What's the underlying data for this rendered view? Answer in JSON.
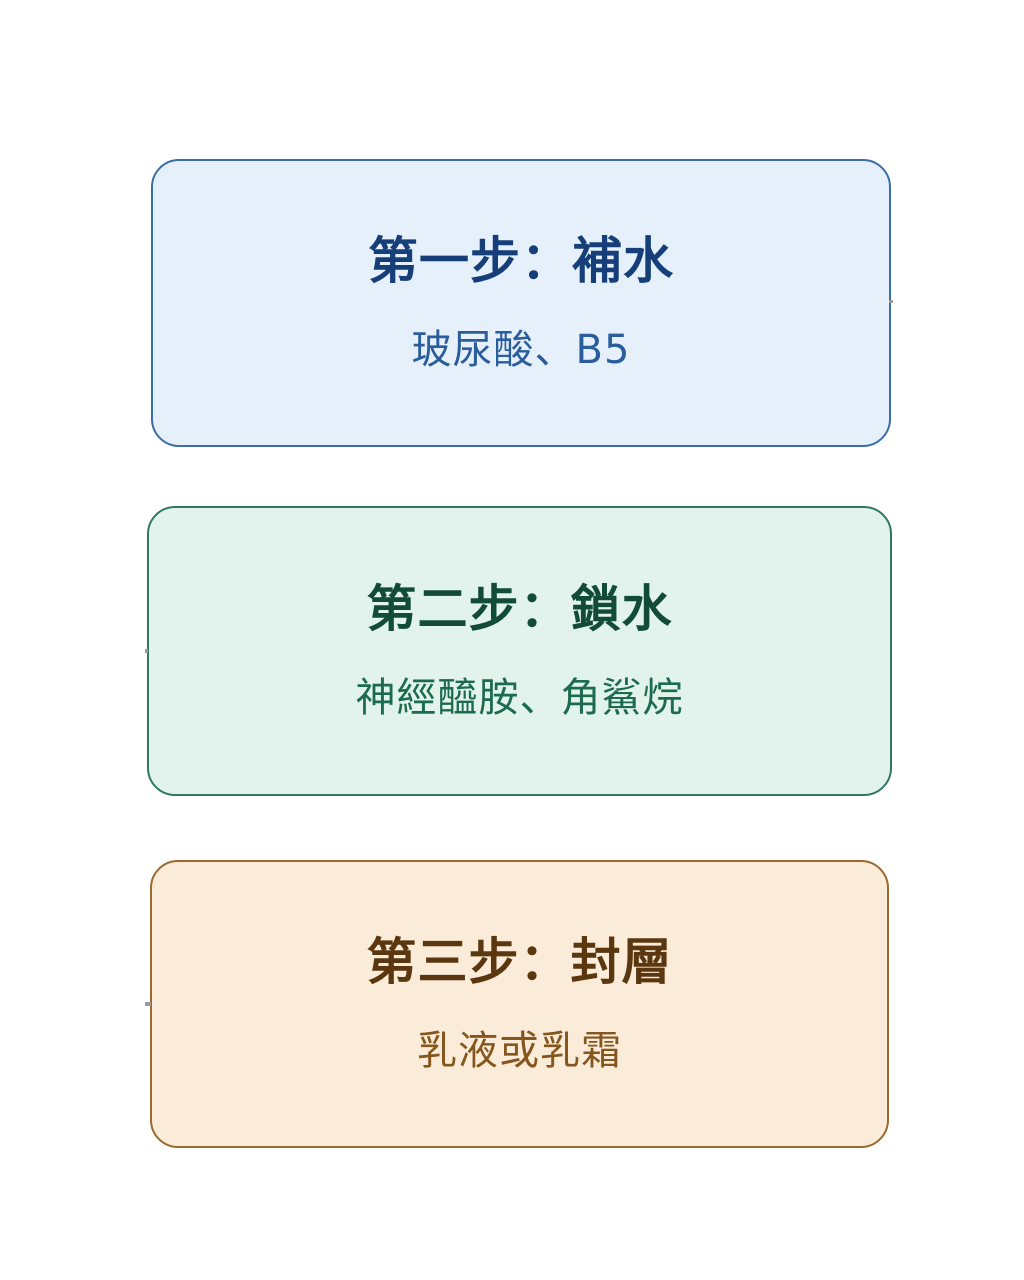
{
  "steps": [
    {
      "title": "第一步：補水",
      "subtitle": "玻尿酸、B5",
      "colors": {
        "fill": "#e6f0fb",
        "border": "#3a6ea5",
        "title": "#163f7a",
        "subtitle": "#2a5d9c"
      }
    },
    {
      "title": "第二步：鎖水",
      "subtitle": "神經醯胺、角鯊烷",
      "colors": {
        "fill": "#e1f3ec",
        "border": "#2e7a60",
        "title": "#124c38",
        "subtitle": "#1d6b4f"
      }
    },
    {
      "title": "第三步：封層",
      "subtitle": "乳液或乳霜",
      "colors": {
        "fill": "#fbecd9",
        "border": "#9c6a2c",
        "title": "#5b3710",
        "subtitle": "#85561d"
      }
    }
  ]
}
